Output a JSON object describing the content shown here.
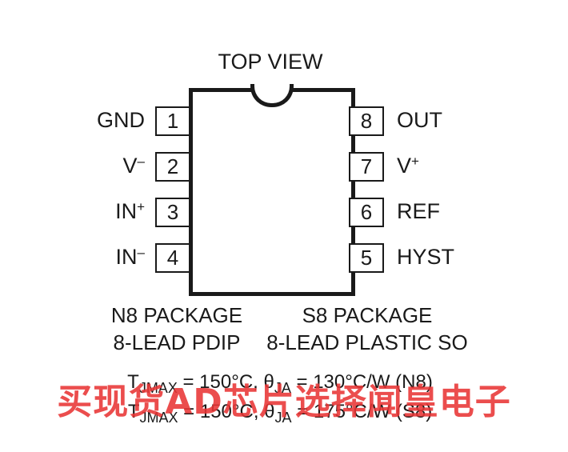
{
  "title": "TOP VIEW",
  "pins_left": [
    {
      "number": "1",
      "name": "GND",
      "sup": ""
    },
    {
      "number": "2",
      "name": "V",
      "sup": "–"
    },
    {
      "number": "3",
      "name": "IN",
      "sup": "+"
    },
    {
      "number": "4",
      "name": "IN",
      "sup": "–"
    }
  ],
  "pins_right": [
    {
      "number": "8",
      "name": "OUT",
      "sup": ""
    },
    {
      "number": "7",
      "name": "V",
      "sup": "+"
    },
    {
      "number": "6",
      "name": "REF",
      "sup": ""
    },
    {
      "number": "5",
      "name": "HYST",
      "sup": ""
    }
  ],
  "packages": {
    "n8": {
      "line1": "N8 PACKAGE",
      "line2": "8-LEAD PDIP"
    },
    "s8": {
      "line1": "S8 PACKAGE",
      "line2": "8-LEAD PLASTIC SO"
    }
  },
  "thermal": [
    {
      "t": "T",
      "t_sub": "JMAX",
      "mid": " = 150°C, θ",
      "theta_sub": "JA",
      "tail": " = 130°C/W (N8)"
    },
    {
      "t": "T",
      "t_sub": "JMAX",
      "mid": " = 150°C, θ",
      "theta_sub": "JA",
      "tail": " = 175°C/W (S8)"
    }
  ],
  "watermark": "买现货AD芯片选择闻皇电子",
  "colors": {
    "ink": "#1a1a1a",
    "watermark": "#e83434"
  }
}
